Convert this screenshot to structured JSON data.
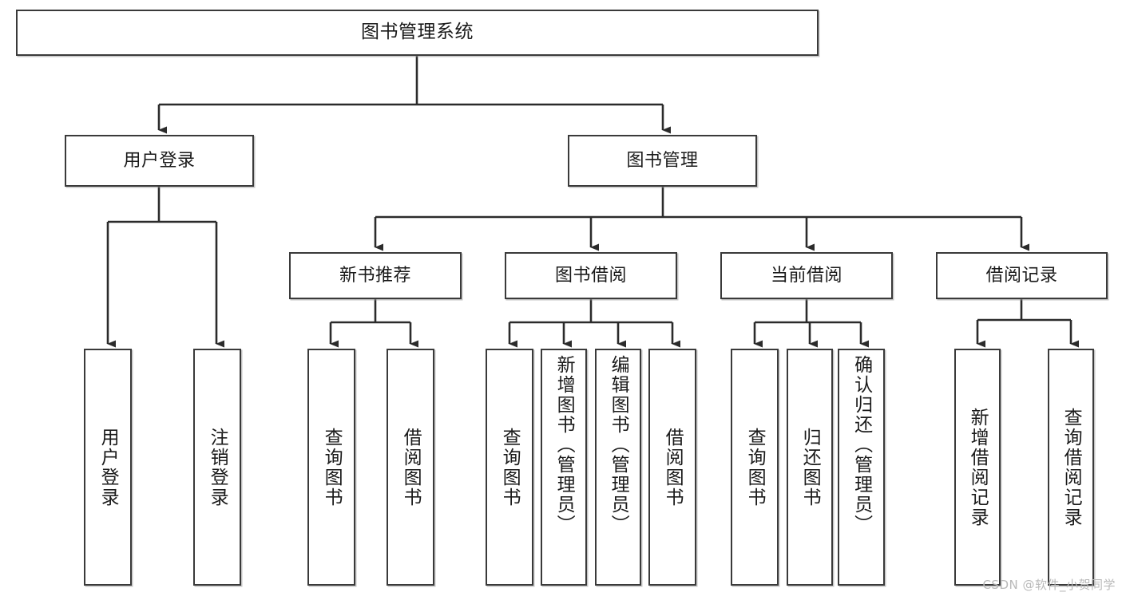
{
  "diagram": {
    "title": "图书管理系统",
    "type": "tree",
    "watermark": "CSDN @软件_小贺同学",
    "colors": {
      "border": "#3a3a3a",
      "background": "#ffffff",
      "text": "#1a1a1a",
      "edge": "#2b2b2b",
      "watermark": "#b9b9b9"
    },
    "levels": {
      "root": {
        "label": "图书管理系统"
      },
      "level2": [
        {
          "label": "用户登录"
        },
        {
          "label": "图书管理"
        }
      ],
      "level3": [
        {
          "label": "新书推荐"
        },
        {
          "label": "图书借阅"
        },
        {
          "label": "当前借阅"
        },
        {
          "label": "借阅记录"
        }
      ],
      "leaves": {
        "user_login": [
          {
            "label": "用户登录"
          },
          {
            "label": "注销登录"
          }
        ],
        "new_book_recommend": [
          {
            "label": "查询图书"
          },
          {
            "label": "借阅图书"
          }
        ],
        "book_borrow": [
          {
            "label": "查询图书"
          },
          {
            "label": "新增图书（管理员）"
          },
          {
            "label": "编辑图书（管理员）"
          },
          {
            "label": "借阅图书"
          }
        ],
        "current_borrow": [
          {
            "label": "查询图书"
          },
          {
            "label": "归还图书"
          },
          {
            "label": "确认归还（管理员）"
          }
        ],
        "borrow_record": [
          {
            "label": "新增借阅记录"
          },
          {
            "label": "查询借阅记录"
          }
        ]
      }
    }
  }
}
